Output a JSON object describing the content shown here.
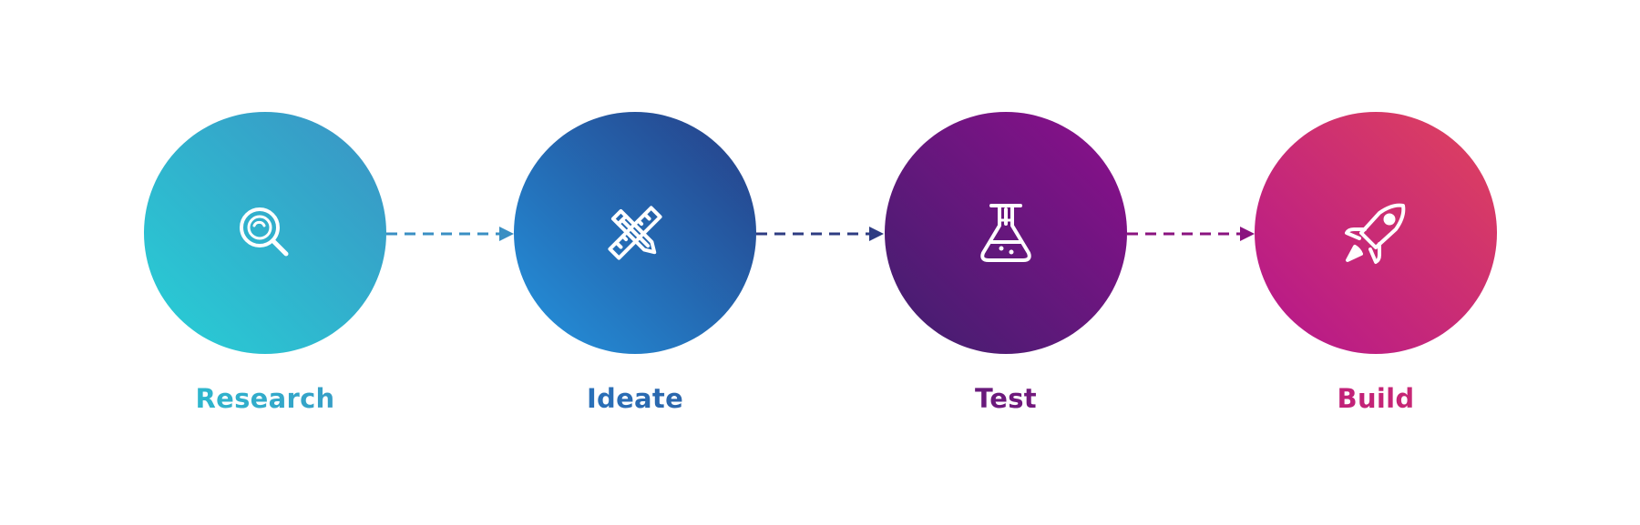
{
  "diagram": {
    "type": "process-flow",
    "steps": [
      {
        "label": "Research",
        "icon": "magnifier-icon",
        "colors": {
          "start": "#27d0d6",
          "end": "#3b92c4"
        }
      },
      {
        "label": "Ideate",
        "icon": "ruler-pencil-icon",
        "colors": {
          "start": "#2394de",
          "end": "#263d85"
        }
      },
      {
        "label": "Test",
        "icon": "flask-icon",
        "colors": {
          "start": "#3f1f6e",
          "end": "#8e0f8c"
        }
      },
      {
        "label": "Build",
        "icon": "rocket-icon",
        "colors": {
          "start": "#b3158d",
          "end": "#e0435d"
        }
      }
    ],
    "connectors": [
      {
        "from": "Research",
        "to": "Ideate",
        "color": "#3a8fc3"
      },
      {
        "from": "Ideate",
        "to": "Test",
        "color": "#2e3c82"
      },
      {
        "from": "Test",
        "to": "Build",
        "color": "#8a137f"
      }
    ]
  }
}
